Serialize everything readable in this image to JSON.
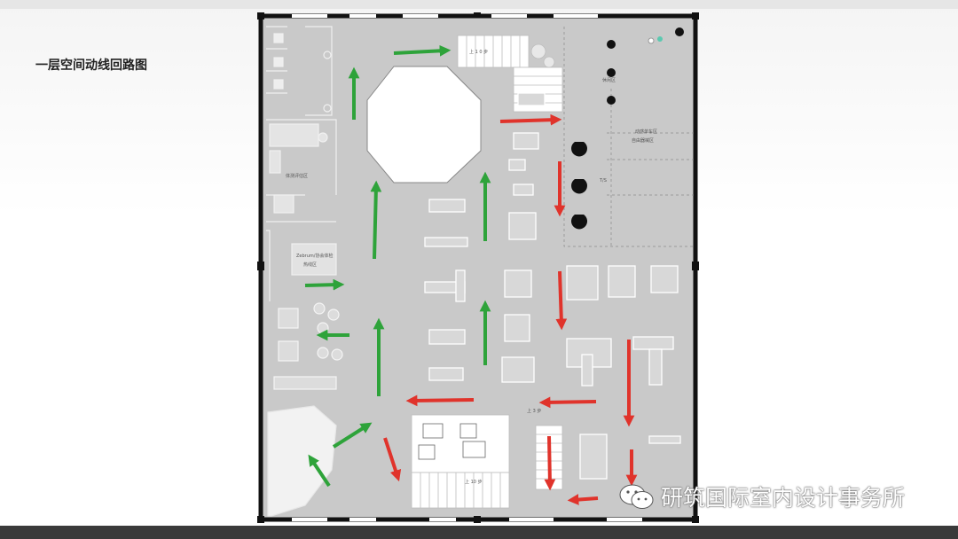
{
  "slide": {
    "title": "一层空间动线回路图"
  },
  "plan_labels": {
    "stair_top": "上 1 0 步",
    "stair_bottom": "上 10 步",
    "zone_right_upper": "动感单车区",
    "zone_right_mid": "自由器械区",
    "zone_small_mid": "休闲区",
    "zone_left_room": "体测评估区",
    "zone_left_desk_line1": "Zebrum/协会体检",
    "zone_left_desk_line2": "热线区",
    "zone_stair_right": "上 3 步",
    "zone_center_small": "T/S"
  },
  "watermark": {
    "text": "研筑国际室内设计事务所",
    "icon": "wechat-icon"
  },
  "colors": {
    "green_arrow": "#2ea33a",
    "red_arrow": "#e0332b",
    "floor": "#c9c9c9",
    "wall": "#111111"
  }
}
